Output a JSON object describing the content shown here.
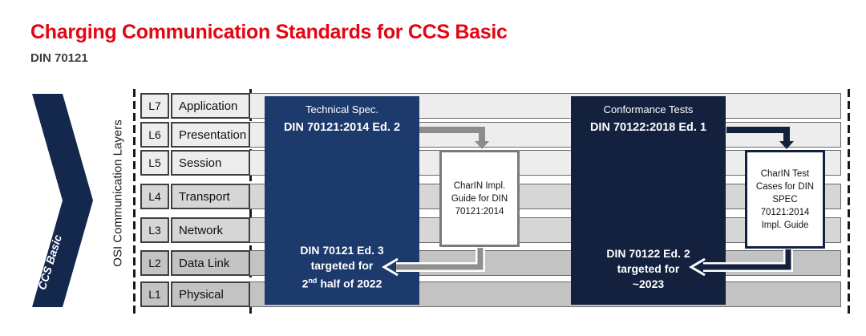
{
  "header": {
    "title": "Charging Communication Standards for CCS Basic",
    "subtitle": "DIN 70121"
  },
  "chevron": {
    "label": "CCS Basic"
  },
  "osi": {
    "axis_label": "OSI Communication Layers",
    "layers": [
      {
        "id": "L7",
        "name": "Application"
      },
      {
        "id": "L6",
        "name": "Presentation"
      },
      {
        "id": "L5",
        "name": "Session"
      },
      {
        "id": "L4",
        "name": "Transport"
      },
      {
        "id": "L3",
        "name": "Network"
      },
      {
        "id": "L2",
        "name": "Data Link"
      },
      {
        "id": "L1",
        "name": "Physical"
      }
    ]
  },
  "spec_column": {
    "title": "Technical Spec.",
    "standard": "DIN  70121:2014 Ed. 2",
    "future": {
      "line1": "DIN 70121 Ed. 3",
      "line2": "targeted for",
      "line3_prefix": "2",
      "line3_sup": "nd",
      "line3_rest": " half of 2022"
    }
  },
  "conformance_column": {
    "title": "Conformance Tests",
    "standard": "DIN 70122:2018 Ed. 1",
    "future": {
      "line1": "DIN 70122 Ed. 2",
      "line2": "targeted for",
      "line3": "~2023"
    }
  },
  "impl_guide_box": {
    "lines": [
      "CharIN Impl.",
      "Guide for DIN",
      "70121:2014"
    ]
  },
  "test_cases_box": {
    "lines": [
      "CharIN Test",
      "Cases for DIN",
      "SPEC",
      "70121:2014",
      "Impl. Guide"
    ]
  },
  "colors": {
    "title_red": "#e30613",
    "navy_spec": "#1d3a6c",
    "navy_conformance": "#13213f",
    "navy_chevron": "#14274d",
    "arrow_gray": "#8c8c8c",
    "layer_light": "#ededed",
    "layer_mid": "#d6d6d6",
    "layer_dark": "#c3c3c3"
  }
}
